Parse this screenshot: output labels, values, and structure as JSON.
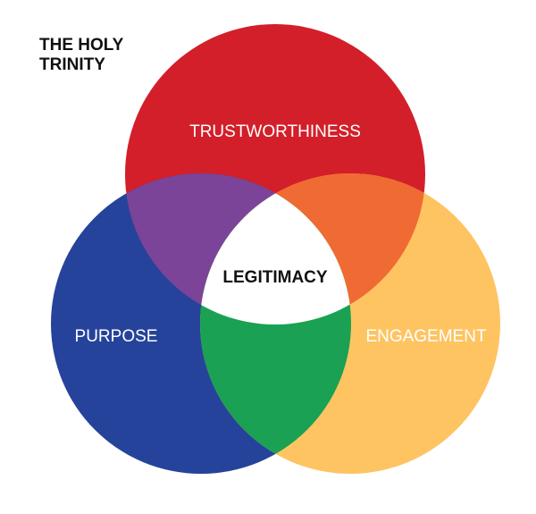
{
  "title": {
    "line1": "THE HOLY",
    "line2": "TRINITY"
  },
  "circles": {
    "top": {
      "label": "TRUSTWORTHINESS",
      "color": "#d31f2a"
    },
    "left": {
      "label": "PURPOSE",
      "color": "#26439b"
    },
    "right": {
      "label": "ENGAGEMENT",
      "color": "#fec462"
    }
  },
  "overlaps": {
    "top_left": {
      "color": "#7b4499"
    },
    "top_right": {
      "color": "#f06a34"
    },
    "left_right": {
      "color": "#1aa153"
    }
  },
  "center": {
    "label": "LEGITIMACY",
    "color": "#ffffff"
  }
}
